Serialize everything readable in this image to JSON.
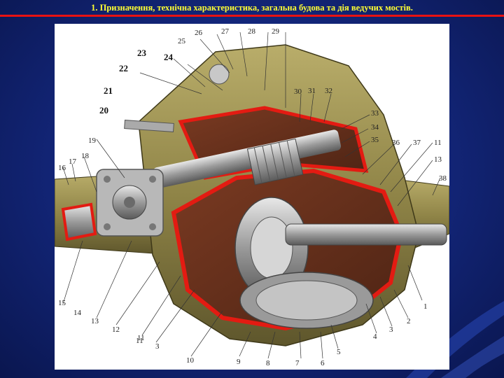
{
  "title": "1. Призначення, технічна характеристика, загальна будова та дія ведучих мостів.",
  "diagram": {
    "callouts": [
      "1",
      "2",
      "3",
      "4",
      "5",
      "6",
      "7",
      "8",
      "9",
      "10",
      "11",
      "12",
      "13",
      "14",
      "15",
      "16",
      "17",
      "18",
      "19",
      "20",
      "21",
      "22",
      "23",
      "24",
      "25",
      "26",
      "27",
      "28",
      "29",
      "30",
      "31",
      "32",
      "33",
      "34",
      "35",
      "36",
      "37",
      "11",
      "13",
      "38",
      "11",
      "3"
    ]
  },
  "colors": {
    "accent": "#e81212",
    "title_text": "#ffff33",
    "background": "#14287f"
  }
}
